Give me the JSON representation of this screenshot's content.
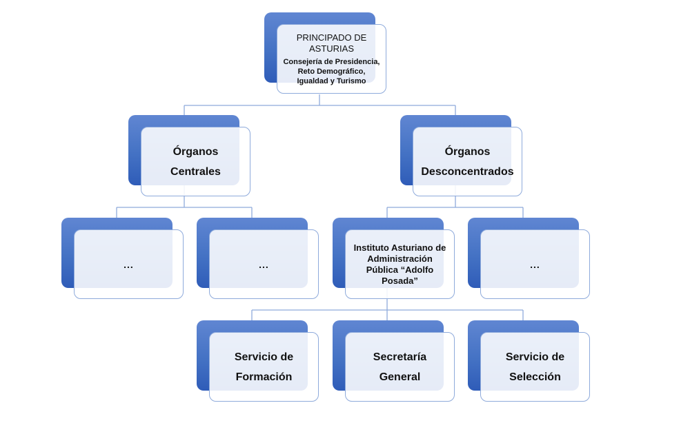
{
  "diagram": {
    "type": "org-chart",
    "colors": {
      "box_fill": "#4472c4",
      "front_fill": "#eef2f9",
      "connector": "#8eaadb",
      "text": "#111111"
    },
    "root": {
      "title": "PRINCIPADO DE ASTURIAS",
      "subtitle": "Consejería de Presidencia, Reto Demográfico, Igualdad y Turismo"
    },
    "level1": [
      {
        "label": "Órganos Centrales"
      },
      {
        "label": "Órganos Desconcentrados"
      }
    ],
    "level2": [
      {
        "label": "...",
        "parent": "Órganos Centrales"
      },
      {
        "label": "...",
        "parent": "Órganos Centrales"
      },
      {
        "label": "Instituto Asturiano de Administración Pública “Adolfo Posada”",
        "parent": "Órganos Desconcentrados"
      },
      {
        "label": "...",
        "parent": "Órganos Desconcentrados"
      }
    ],
    "level3": [
      {
        "label": "Servicio de Formación",
        "parent": "Instituto Asturiano de Administración Pública “Adolfo Posada”"
      },
      {
        "label": "Secretaría General",
        "parent": "Instituto Asturiano de Administración Pública “Adolfo Posada”"
      },
      {
        "label": "Servicio de Selección",
        "parent": "Instituto Asturiano de Administración Pública “Adolfo Posada”"
      }
    ]
  }
}
